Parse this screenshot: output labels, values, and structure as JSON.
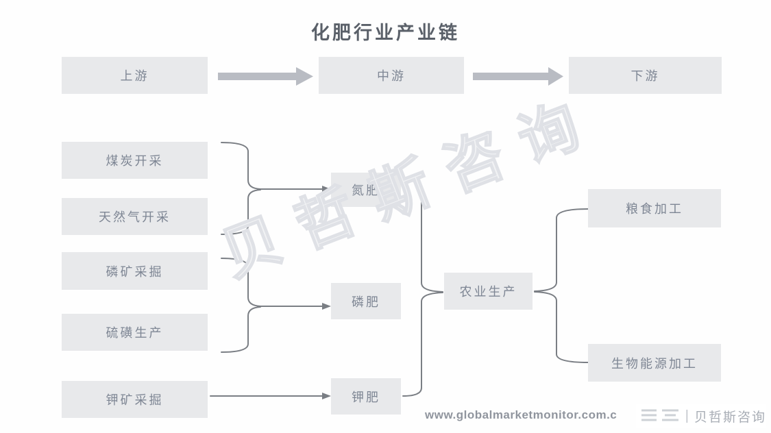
{
  "title": "化肥行业产业链",
  "stages": {
    "upstream_label": "上游",
    "midstream_label": "中游",
    "downstream_label": "下游"
  },
  "upstream": {
    "coal": "煤炭开采",
    "gas": "天然气开采",
    "phosphate_mining": "磷矿采掘",
    "sulfur": "硫磺生产",
    "potash_mining": "钾矿采掘"
  },
  "midstream": {
    "nitrogen_fertilizer": "氮肥",
    "phosphate_fertilizer": "磷肥",
    "potash_fertilizer": "钾肥"
  },
  "downstream": {
    "agriculture": "农业生产",
    "grain_processing": "粮食加工",
    "bioenergy_processing": "生物能源加工"
  },
  "watermark_text": "贝哲斯咨询",
  "footer": {
    "url": "www.globalmarketmonitor.com.c",
    "separator": "|",
    "brand": "贝哲斯咨询",
    "logo_mark_icon": "bezes-logo-mark"
  },
  "colors": {
    "box_background": "#e8e9eb",
    "box_text": "#7e8694",
    "title_text": "#5a6069",
    "connector_line": "#7a7e84",
    "big_arrow": "#b9bcc3",
    "watermark_stroke": "#dfe1e6",
    "footer_url_text": "#90959e",
    "footer_brand_text": "#a9aeb6"
  }
}
